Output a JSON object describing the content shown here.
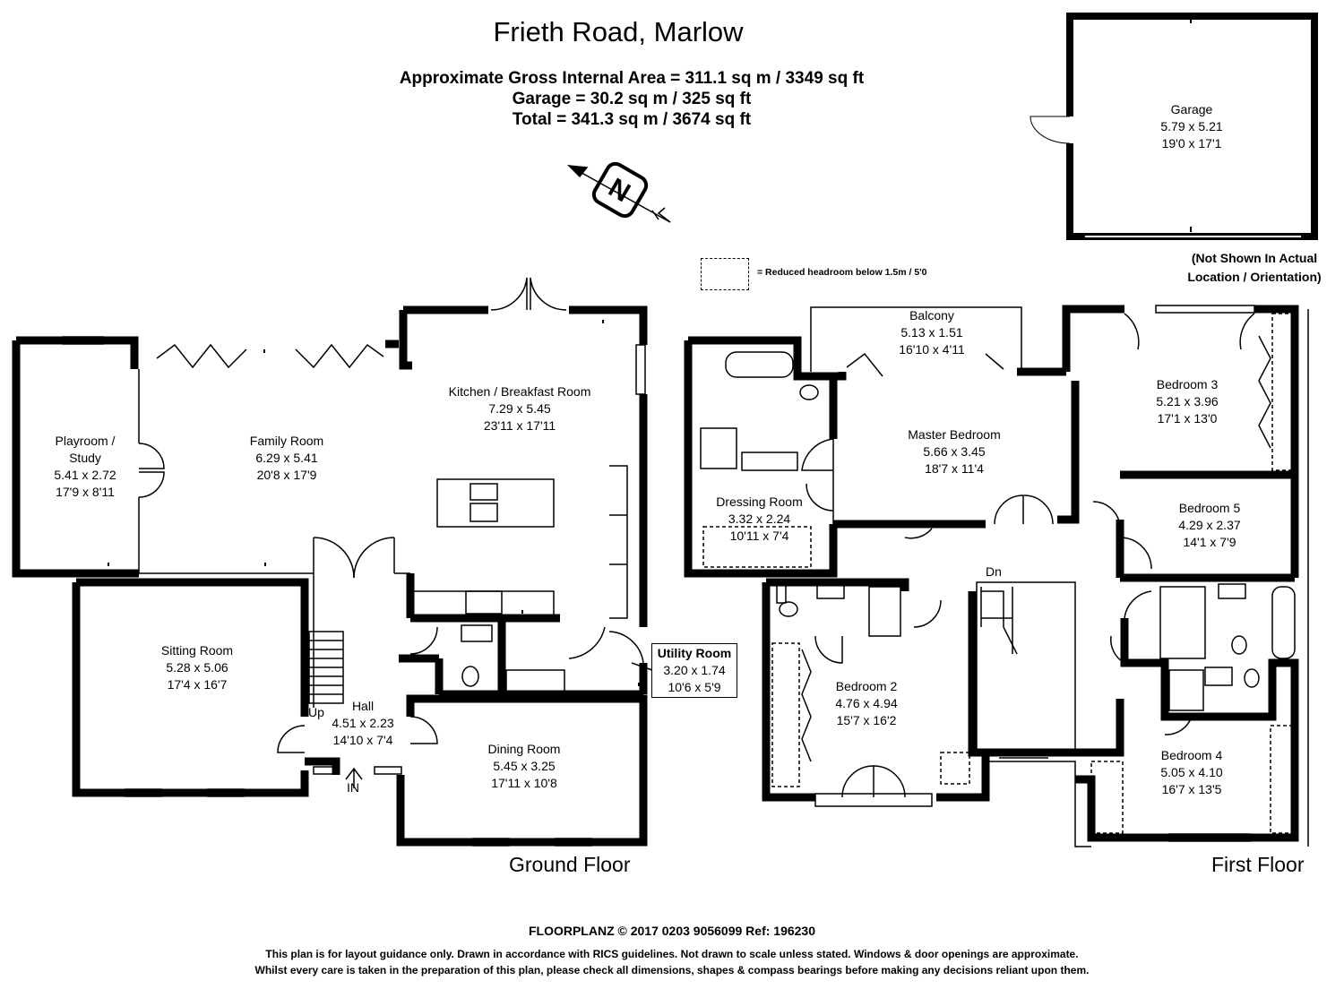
{
  "title": "Frieth Road, Marlow",
  "areas": {
    "gross": "Approximate Gross Internal Area = 311.1 sq m / 3349 sq ft",
    "garage": "Garage = 30.2 sq m / 325 sq ft",
    "total": "Total = 341.3 sq m / 3674 sq ft"
  },
  "legend": "= Reduced headroom below 1.5m / 5'0",
  "garage_note": [
    "(Not Shown In Actual",
    "Location / Orientation)"
  ],
  "floors": {
    "ground": "Ground Floor",
    "first": "First Floor"
  },
  "labels": {
    "up": "Up",
    "in": "IN",
    "dn": "Dn"
  },
  "rooms": {
    "garage": [
      "Garage",
      "5.79 x 5.21",
      "19'0 x 17'1"
    ],
    "playroom": [
      "Playroom /",
      "Study",
      "5.41 x 2.72",
      "17'9 x 8'11"
    ],
    "family": [
      "Family Room",
      "6.29 x 5.41",
      "20'8 x 17'9"
    ],
    "kitchen": [
      "Kitchen / Breakfast Room",
      "7.29 x 5.45",
      "23'11 x 17'11"
    ],
    "sitting": [
      "Sitting Room",
      "5.28 x 5.06",
      "17'4 x 16'7"
    ],
    "hall": [
      "Hall",
      "4.51 x 2.23",
      "14'10 x 7'4"
    ],
    "utility": [
      "Utility Room",
      "3.20 x 1.74",
      "10'6 x 5'9"
    ],
    "dining": [
      "Dining Room",
      "5.45 x 3.25",
      "17'11 x 10'8"
    ],
    "balcony": [
      "Balcony",
      "5.13 x 1.51",
      "16'10 x 4'11"
    ],
    "master": [
      "Master Bedroom",
      "5.66 x 3.45",
      "18'7 x 11'4"
    ],
    "dressing": [
      "Dressing Room",
      "3.32 x 2.24",
      "10'11 x 7'4"
    ],
    "bedroom3": [
      "Bedroom 3",
      "5.21 x 3.96",
      "17'1 x 13'0"
    ],
    "bedroom5": [
      "Bedroom 5",
      "4.29 x 2.37",
      "14'1 x 7'9"
    ],
    "bedroom2": [
      "Bedroom 2",
      "4.76 x 4.94",
      "15'7 x 16'2"
    ],
    "bedroom4": [
      "Bedroom 4",
      "5.05 x 4.10",
      "16'7 x 13'5"
    ]
  },
  "compass": {
    "letter": "N"
  },
  "footer": {
    "line1": "FLOORPLANZ © 2017   0203 9056099   Ref: 196230",
    "line2": "This plan is for layout guidance only. Drawn in accordance with RICS guidelines. Not drawn to scale unless stated. Windows & door openings are approximate.",
    "line3": "Whilst every care is taken in the preparation of this plan, please check all dimensions, shapes & compass bearings before making any decisions reliant upon them."
  }
}
